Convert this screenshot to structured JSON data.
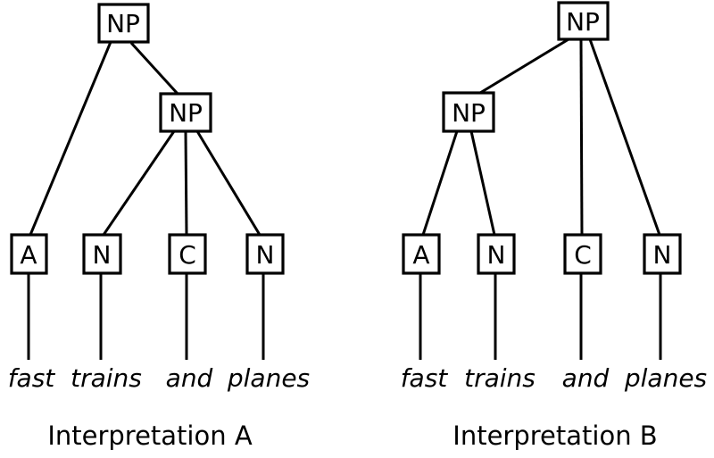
{
  "diagram": {
    "phrase": "fast trains and planes",
    "colors": {
      "line": "#000000",
      "background": "#ffffff"
    },
    "trees": [
      {
        "caption": "Interpretation A",
        "nodes": {
          "root": "NP",
          "inner": "NP",
          "leaves": [
            "A",
            "N",
            "C",
            "N"
          ]
        },
        "words": [
          "fast",
          "trains",
          "and",
          "planes"
        ],
        "edges": [
          [
            "root-NP",
            "A"
          ],
          [
            "root-NP",
            "inner-NP"
          ],
          [
            "inner-NP",
            "N1"
          ],
          [
            "inner-NP",
            "C"
          ],
          [
            "inner-NP",
            "N2"
          ]
        ],
        "bracketing": "[fast [trains and planes]]"
      },
      {
        "caption": "Interpretation B",
        "nodes": {
          "root": "NP",
          "inner": "NP",
          "leaves": [
            "A",
            "N",
            "C",
            "N"
          ]
        },
        "words": [
          "fast",
          "trains",
          "and",
          "planes"
        ],
        "edges": [
          [
            "root-NP",
            "inner-NP"
          ],
          [
            "root-NP",
            "C"
          ],
          [
            "root-NP",
            "N2"
          ],
          [
            "inner-NP",
            "A"
          ],
          [
            "inner-NP",
            "N1"
          ]
        ],
        "bracketing": "[[fast trains] and planes]"
      }
    ]
  }
}
